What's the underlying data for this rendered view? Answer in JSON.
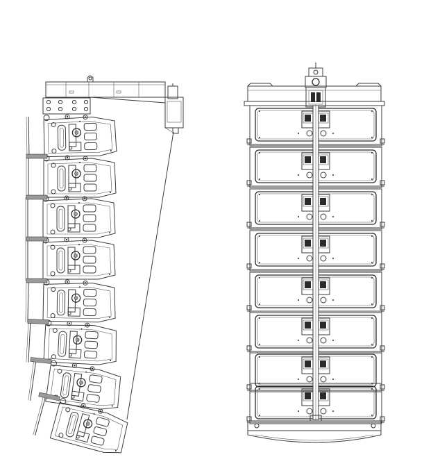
{
  "figure": {
    "side_view": {
      "cabinet_count": 8,
      "cabinet_angles_deg": [
        -6,
        -5,
        -4,
        -2,
        0,
        3,
        9,
        16
      ]
    },
    "front_view": {
      "cabinet_count": 8
    },
    "colors": {
      "line": "#3a3a3a",
      "background": "#ffffff"
    }
  }
}
